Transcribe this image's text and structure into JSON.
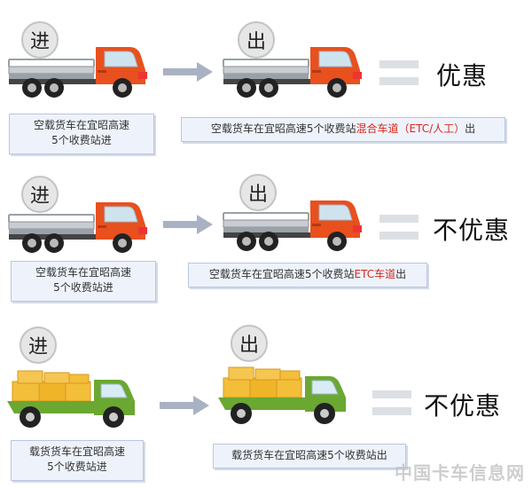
{
  "rows": [
    {
      "enter_badge": "进",
      "exit_badge": "出",
      "result": "优惠",
      "enter_caption": [
        "空载货车在宜昭高速",
        "5个收费站进"
      ],
      "exit_caption_prefix": "空载货车在宜昭高速5个收费站",
      "exit_caption_highlight": "混合车道（ETC/人工）",
      "exit_caption_suffix": "出",
      "truck_type": "empty-orange-truck"
    },
    {
      "enter_badge": "进",
      "exit_badge": "出",
      "result": "不优惠",
      "enter_caption": [
        "空载货车在宜昭高速",
        "5个收费站进"
      ],
      "exit_caption_prefix": "空载货车在宜昭高速5个收费站",
      "exit_caption_highlight": "ETC车道",
      "exit_caption_suffix": "出",
      "truck_type": "empty-orange-truck"
    },
    {
      "enter_badge": "进",
      "exit_badge": "出",
      "result": "不优惠",
      "enter_caption": [
        "载货货车在宜昭高速",
        "5个收费站进"
      ],
      "exit_caption_prefix": "载货货车在宜昭高速5个收费站出",
      "exit_caption_highlight": "",
      "exit_caption_suffix": "",
      "truck_type": "loaded-green-truck"
    }
  ],
  "watermark": "中国卡车信息网",
  "colors": {
    "cab_orange": "#e8501e",
    "cab_green": "#6aa832",
    "cargo_yellow": "#f0b429",
    "arrow_gray": "#a9b2c2",
    "highlight_red": "#d9261c"
  }
}
